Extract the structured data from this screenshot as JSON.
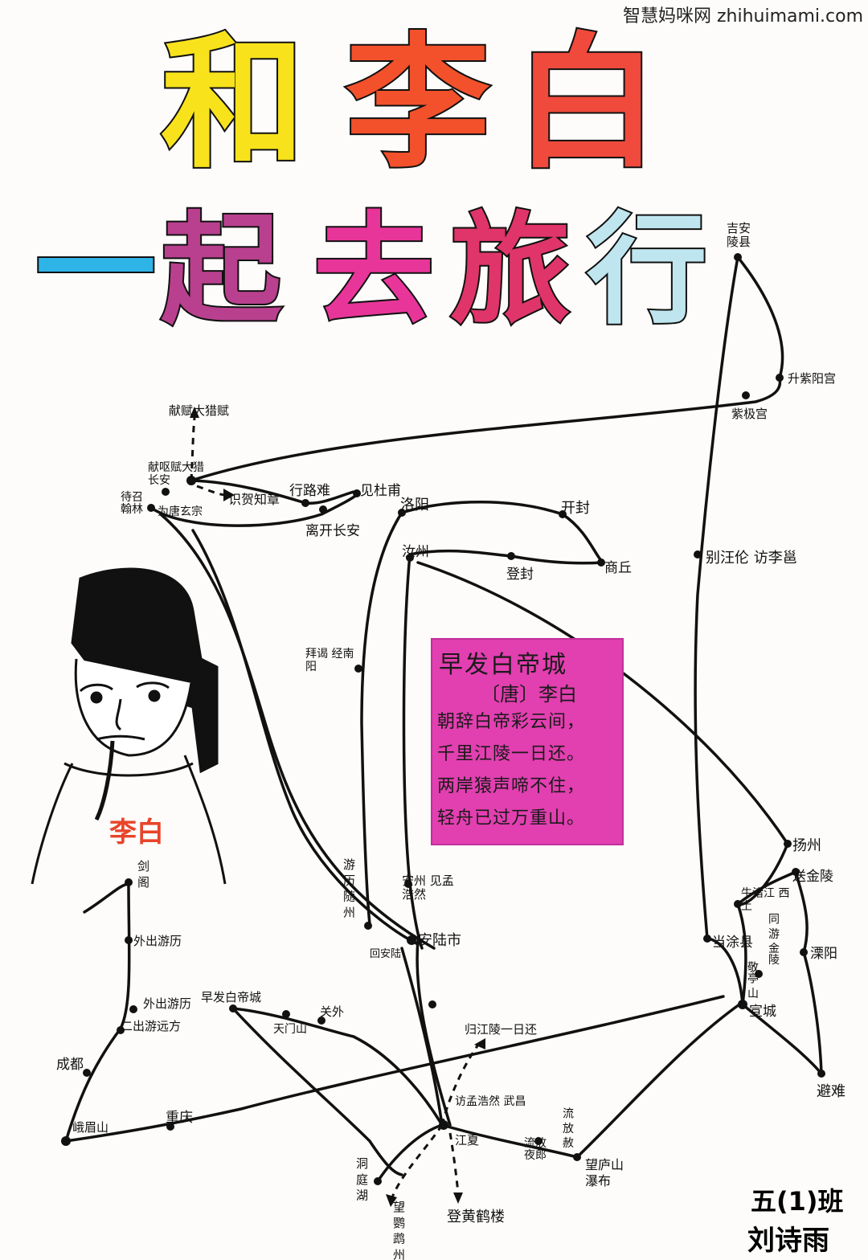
{
  "watermark": "智慧妈咪网 zhihuimami.com",
  "title": {
    "line1": [
      {
        "char": "和",
        "color": "#f7e21c"
      },
      {
        "char": "李",
        "color": "#f2512b"
      },
      {
        "char": "白",
        "color": "#f04a3c"
      }
    ],
    "line2": [
      {
        "char": "一",
        "color": "#2fb4e8"
      },
      {
        "char": "起",
        "color": "#b8408e"
      },
      {
        "char": "去",
        "color": "#e8359a"
      },
      {
        "char": "旅",
        "color": "#e0356a"
      },
      {
        "char": "行",
        "color": "#bfe6ee"
      }
    ]
  },
  "poem": {
    "title": "早发白帝城",
    "author": "〔唐〕李白",
    "lines": [
      "朝辞白帝彩云间，",
      "千里江陵一日还。",
      "两岸猿声啼不住，",
      "轻舟已过万重山。"
    ],
    "bg_color": "#e23fb0"
  },
  "portrait": {
    "name": "李白",
    "name_color": "#e8442a"
  },
  "places": [
    {
      "id": "xian-1",
      "text": "献赋大猎赋"
    },
    {
      "id": "xian-2",
      "text": "献呕赋大猎 长安"
    },
    {
      "id": "xian-3",
      "text": "待召 翰林"
    },
    {
      "id": "xian-4",
      "text": "为唐玄宗"
    },
    {
      "id": "shiduji",
      "text": "识贺知章"
    },
    {
      "id": "xinglu",
      "text": "行路难"
    },
    {
      "id": "lixian",
      "text": "离开长安"
    },
    {
      "id": "jiandu",
      "text": "见杜甫"
    },
    {
      "id": "luoyang",
      "text": "洛阳"
    },
    {
      "id": "kaifeng",
      "text": "开封"
    },
    {
      "id": "shangqiu",
      "text": "商丘"
    },
    {
      "id": "ruzhou",
      "text": "汝州"
    },
    {
      "id": "dengfeng",
      "text": "登封"
    },
    {
      "id": "anling",
      "text": "吉安 陵县"
    },
    {
      "id": "jingfu",
      "text": "升紫阳宫 "
    },
    {
      "id": "zijin",
      "text": "紫极宫"
    },
    {
      "id": "suozu",
      "text": "别汪伦 访李邕"
    },
    {
      "id": "nanyang",
      "text": "拜谒 经南 阳"
    },
    {
      "id": "yangzhou",
      "text": "扬州"
    },
    {
      "id": "jinling",
      "text": "送金陵"
    },
    {
      "id": "niujie",
      "text": "牛渚江 西上"
    },
    {
      "id": "dangtu",
      "text": "当涂县"
    },
    {
      "id": "liyang",
      "text": "溧阳"
    },
    {
      "id": "jinling2",
      "text": "同 游 金陵"
    },
    {
      "id": "jingting",
      "text": "敬亭 山"
    },
    {
      "id": "xuancheng",
      "text": "宣城"
    },
    {
      "id": "binan",
      "text": "避难"
    },
    {
      "id": "youxi",
      "text": "游 历 随 州"
    },
    {
      "id": "anzhou",
      "text": "安州 见孟浩然"
    },
    {
      "id": "anlu",
      "text": "安陆市"
    },
    {
      "id": "huian",
      "text": "回安陆"
    },
    {
      "id": "jiange",
      "text": "剑 阁"
    },
    {
      "id": "waichu1",
      "text": "外出游历"
    },
    {
      "id": "waichu2",
      "text": "外出游历"
    },
    {
      "id": "erji",
      "text": "二出游远方"
    },
    {
      "id": "chengdu",
      "text": "成都"
    },
    {
      "id": "emei",
      "text": "峨眉山"
    },
    {
      "id": "chongqing",
      "text": "重庆"
    },
    {
      "id": "baidi",
      "text": "早发白帝城"
    },
    {
      "id": "tianmen",
      "text": "天门山"
    },
    {
      "id": "guanjiu",
      "text": "关外"
    },
    {
      "id": "ganjiang",
      "text": "归江陵一日还"
    },
    {
      "id": "wuchang",
      "text": "访孟浩然 武昌"
    },
    {
      "id": "jiangxia",
      "text": "江夏"
    },
    {
      "id": "dongting",
      "text": "洞 庭 湖"
    },
    {
      "id": "yingwu",
      "text": "望 鹦 鹉 州"
    },
    {
      "id": "huanghe",
      "text": "登黄鹤楼"
    },
    {
      "id": "xunyang",
      "text": "流放 夜郎"
    },
    {
      "id": "zhuanlv",
      "text": "流 放 赦"
    },
    {
      "id": "lushan",
      "text": "望庐山 瀑布"
    }
  ],
  "signature": {
    "class": "五(1)班",
    "name": "刘诗雨"
  }
}
